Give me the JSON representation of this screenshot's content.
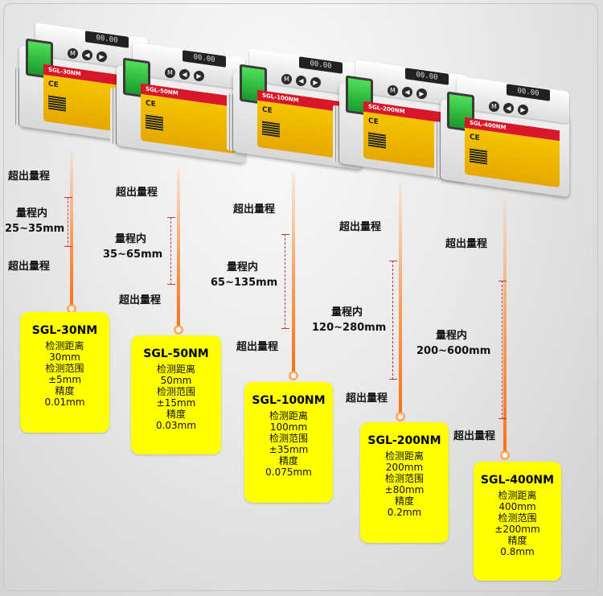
{
  "sensors": [
    {
      "model": "SGL-30NM",
      "band": "SGL-30NM",
      "lcd": "00.00",
      "out_top": "超出量程",
      "in_label": "量程内",
      "in_range": "25~35mm",
      "out_bottom": "超出量程",
      "detect_label": "检测距离",
      "detect": "30mm",
      "range_label": "检测范围",
      "range": "±5mm",
      "acc_label": "精度",
      "acc": "0.01mm"
    },
    {
      "model": "SGL-50NM",
      "band": "SGL-50NM",
      "lcd": "00.00",
      "out_top": "超出量程",
      "in_label": "量程内",
      "in_range": "35~65mm",
      "out_bottom": "超出量程",
      "detect_label": "检测距离",
      "detect": "50mm",
      "range_label": "检测范围",
      "range": "±15mm",
      "acc_label": "精度",
      "acc": "0.03mm"
    },
    {
      "model": "SGL-100NM",
      "band": "SGL-100NM",
      "lcd": "00.00",
      "out_top": "超出量程",
      "in_label": "量程内",
      "in_range": "65~135mm",
      "out_bottom": "超出量程",
      "detect_label": "检测距离",
      "detect": "100mm",
      "range_label": "检测范围",
      "range": "±35mm",
      "acc_label": "精度",
      "acc": "0.075mm"
    },
    {
      "model": "SGL-200NM",
      "band": "SGL-200NM",
      "lcd": "00.00",
      "out_top": "超出量程",
      "in_label": "量程内",
      "in_range": "120~280mm",
      "out_bottom": "超出量程",
      "detect_label": "检测距离",
      "detect": "200mm",
      "range_label": "检测范围",
      "range": "±80mm",
      "acc_label": "精度",
      "acc": "0.2mm"
    },
    {
      "model": "SGL-400NM",
      "band": "SGL-400NM",
      "lcd": "00.00",
      "out_top": "超出量程",
      "in_label": "量程内",
      "in_range": "200~600mm",
      "out_bottom": "超出量程",
      "detect_label": "检测距离",
      "detect": "400mm",
      "range_label": "检测范围",
      "range": "±200mm",
      "acc_label": "精度",
      "acc": "0.8mm"
    }
  ],
  "buttons": [
    "M",
    "◀",
    "▶"
  ],
  "colors": {
    "card": "#ffff00",
    "laser": "#ff7a1a",
    "label": "#f5c400",
    "band": "#d8182a",
    "marker": "#c0392b"
  }
}
